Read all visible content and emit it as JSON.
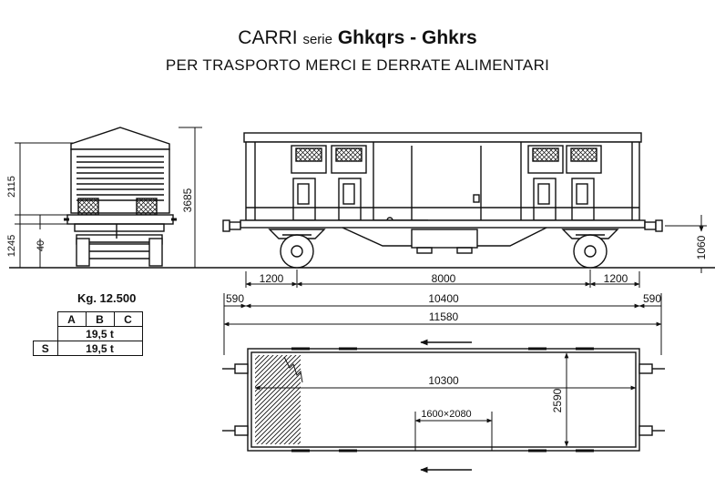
{
  "title": {
    "carri": "CARRI",
    "serie": "serie",
    "codes": "Ghkqrs - Ghkrs",
    "subtitle": "PER TRASPORTO MERCI E DERRATE ALIMENTARI"
  },
  "weight": "Kg. 12.500",
  "load_table": {
    "headers": [
      "A",
      "B",
      "C"
    ],
    "row1": [
      "",
      "19,5 t"
    ],
    "row2": [
      "S",
      "19,5 t"
    ]
  },
  "dimensions": {
    "end_height_upper": "2115",
    "end_height_lower": "1245",
    "end_small": "40",
    "total_height": "3685",
    "buffer_height": "1060",
    "axle_offset_left": "1200",
    "wheelbase": "8000",
    "axle_offset_right": "1200",
    "overhang_left": "590",
    "body_length": "10400",
    "overhang_right": "590",
    "length_over_buffers": "11580",
    "floor_length": "10300",
    "floor_width": "2590",
    "door_opening": "1600×2080"
  }
}
